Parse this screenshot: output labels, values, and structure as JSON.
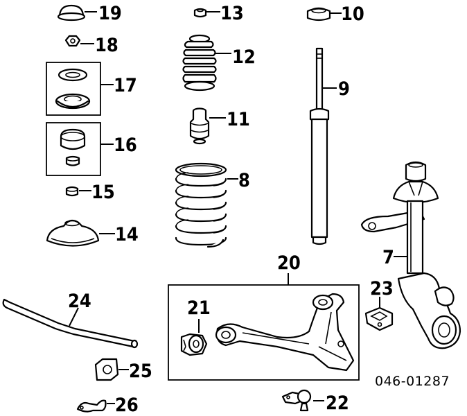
{
  "callouts": {
    "p7": "7",
    "p8": "8",
    "p9": "9",
    "p10": "10",
    "p11": "11",
    "p12": "12",
    "p13": "13",
    "p14": "14",
    "p15": "15",
    "p16": "16",
    "p17": "17",
    "p18": "18",
    "p19": "19",
    "p20": "20",
    "p21": "21",
    "p22": "22",
    "p23": "23",
    "p24": "24",
    "p25": "25",
    "p26": "26"
  },
  "diagram_code": "046-01287"
}
